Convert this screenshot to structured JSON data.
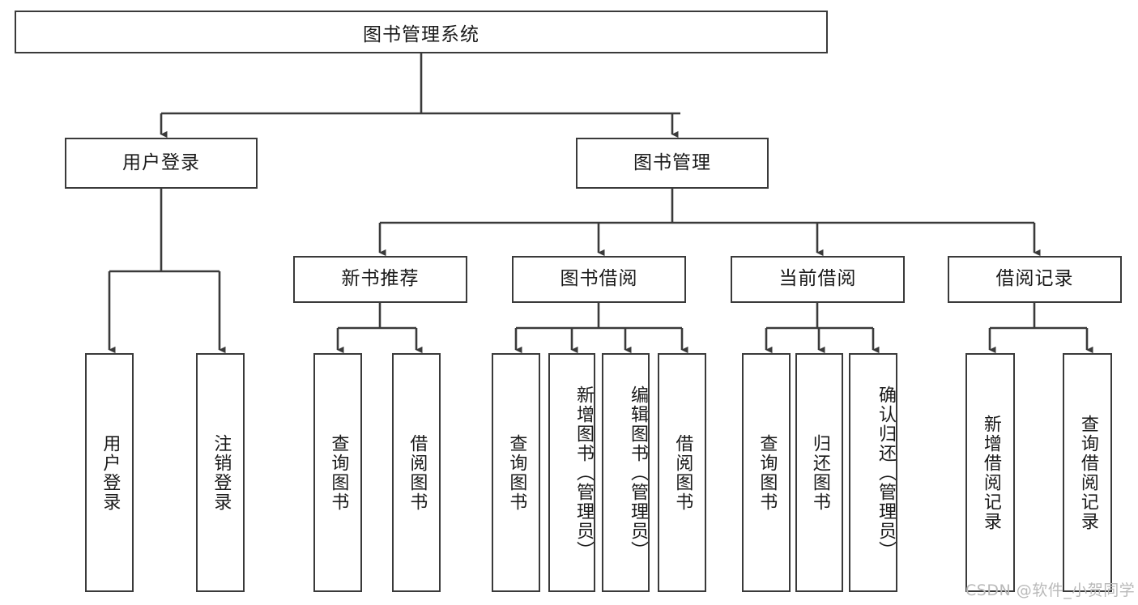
{
  "diagram": {
    "title": "图书管理系统",
    "type": "tree-hierarchy-chart",
    "watermark": "CSDN @软件_小贺同学",
    "colors": {
      "stroke": "#3a3a3a",
      "fill": "#ffffff",
      "text": "#1a1a1a",
      "watermark": "#b9b9b9"
    },
    "nodes": {
      "root": {
        "label": "图书管理系统",
        "level": 1
      },
      "l2": [
        {
          "id": "user-login",
          "label": "用户登录",
          "level": 2
        },
        {
          "id": "book-manage",
          "label": "图书管理",
          "level": 2
        }
      ],
      "l3": [
        {
          "id": "new-book-recommend",
          "label": "新书推荐",
          "level": 3
        },
        {
          "id": "book-borrow",
          "label": "图书借阅",
          "level": 3
        },
        {
          "id": "current-borrow",
          "label": "当前借阅",
          "level": 3
        },
        {
          "id": "borrow-record",
          "label": "借阅记录",
          "level": 3
        }
      ],
      "leaves": [
        {
          "id": "leaf-user-login",
          "label": "用户登录",
          "parent": "user-login"
        },
        {
          "id": "leaf-user-logout",
          "label": "注销登录",
          "parent": "user-login"
        },
        {
          "id": "leaf-query-book-1",
          "label": "查询图书",
          "parent": "new-book-recommend"
        },
        {
          "id": "leaf-borrow-book-1",
          "label": "借阅图书",
          "parent": "new-book-recommend"
        },
        {
          "id": "leaf-query-book-2",
          "label": "查询图书",
          "parent": "book-borrow"
        },
        {
          "id": "leaf-add-book",
          "label": "新增图书（管理员）",
          "parent": "book-borrow"
        },
        {
          "id": "leaf-edit-book",
          "label": "编辑图书（管理员）",
          "parent": "book-borrow"
        },
        {
          "id": "leaf-borrow-book-2",
          "label": "借阅图书",
          "parent": "book-borrow"
        },
        {
          "id": "leaf-query-book-3",
          "label": "查询图书",
          "parent": "current-borrow"
        },
        {
          "id": "leaf-return-book",
          "label": "归还图书",
          "parent": "current-borrow"
        },
        {
          "id": "leaf-confirm-return",
          "label": "确认归还（管理员）",
          "parent": "current-borrow"
        },
        {
          "id": "leaf-add-record",
          "label": "新增借阅记录",
          "parent": "borrow-record"
        },
        {
          "id": "leaf-query-record",
          "label": "查询借阅记录",
          "parent": "borrow-record"
        }
      ]
    }
  }
}
